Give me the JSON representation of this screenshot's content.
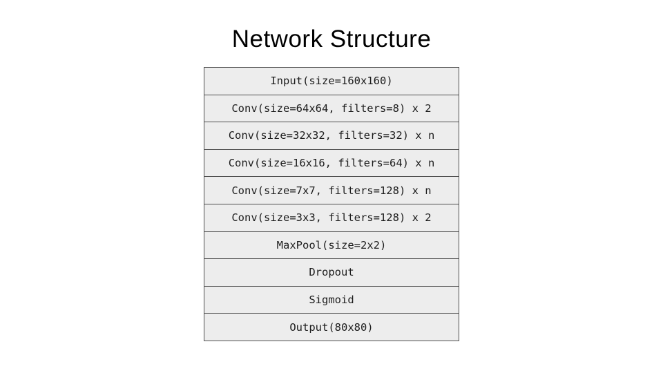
{
  "title": "Network Structure",
  "colors": {
    "background": "#ffffff",
    "box_fill": "#ededed",
    "box_border": "#4d4d4d",
    "title_color": "#000000",
    "box_text_color": "#1c1c1c"
  },
  "layers": [
    {
      "label": "Input(size=160x160)"
    },
    {
      "label": "Conv(size=64x64, filters=8) x 2"
    },
    {
      "label": "Conv(size=32x32, filters=32) x n"
    },
    {
      "label": "Conv(size=16x16, filters=64) x n"
    },
    {
      "label": "Conv(size=7x7, filters=128) x n"
    },
    {
      "label": "Conv(size=3x3, filters=128) x 2"
    },
    {
      "label": "MaxPool(size=2x2)"
    },
    {
      "label": "Dropout"
    },
    {
      "label": "Sigmoid"
    },
    {
      "label": "Output(80x80)"
    }
  ]
}
